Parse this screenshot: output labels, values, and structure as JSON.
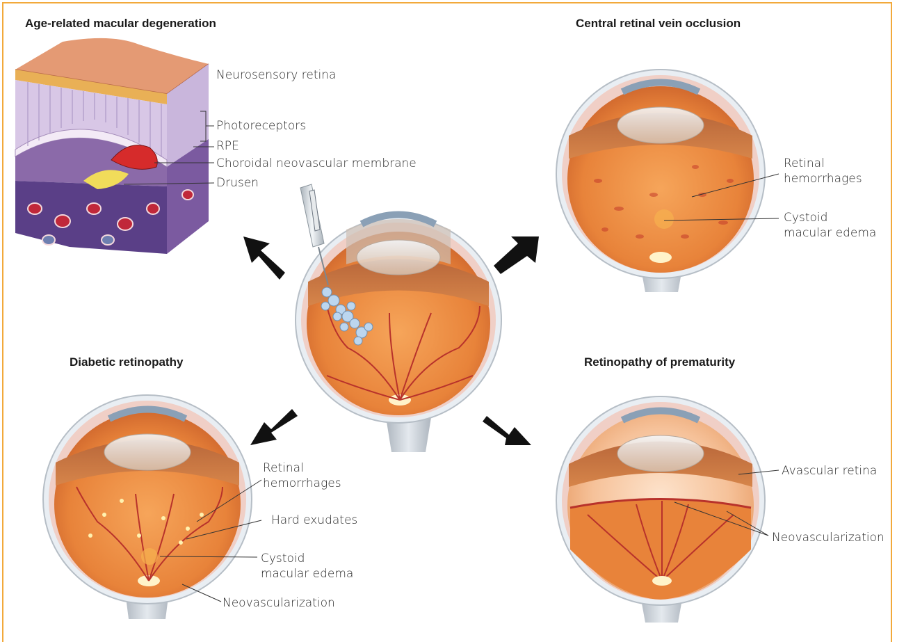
{
  "panels": {
    "amd": {
      "title": "Age-related macular degeneration",
      "labels": {
        "neurosensory": "Neurosensory retina",
        "photoreceptors": "Photoreceptors",
        "rpe": "RPE",
        "choroidal": "Choroidal neovascular membrane",
        "drusen": "Drusen"
      }
    },
    "crvo": {
      "title": "Central retinal vein occlusion",
      "labels": {
        "hemorrhages_1": "Retinal",
        "hemorrhages_2": "hemorrhages",
        "edema_1": "Cystoid",
        "edema_2": "macular edema"
      }
    },
    "dr": {
      "title": "Diabetic retinopathy",
      "labels": {
        "hemorrhages_1": "Retinal",
        "hemorrhages_2": "hemorrhages",
        "exudates": "Hard exudates",
        "edema_1": "Cystoid",
        "edema_2": "macular edema",
        "neovascularization": "Neovascularization"
      }
    },
    "rop": {
      "title": "Retinopathy of prematurity",
      "labels": {
        "avascular": "Avascular retina",
        "neovascularization": "Neovascularization"
      }
    }
  },
  "colors": {
    "border": "#f2a93b",
    "fundus": "#e8893e",
    "vessel": "#c9302c",
    "sclera": "#e9eef3",
    "arrow": "#111111"
  }
}
